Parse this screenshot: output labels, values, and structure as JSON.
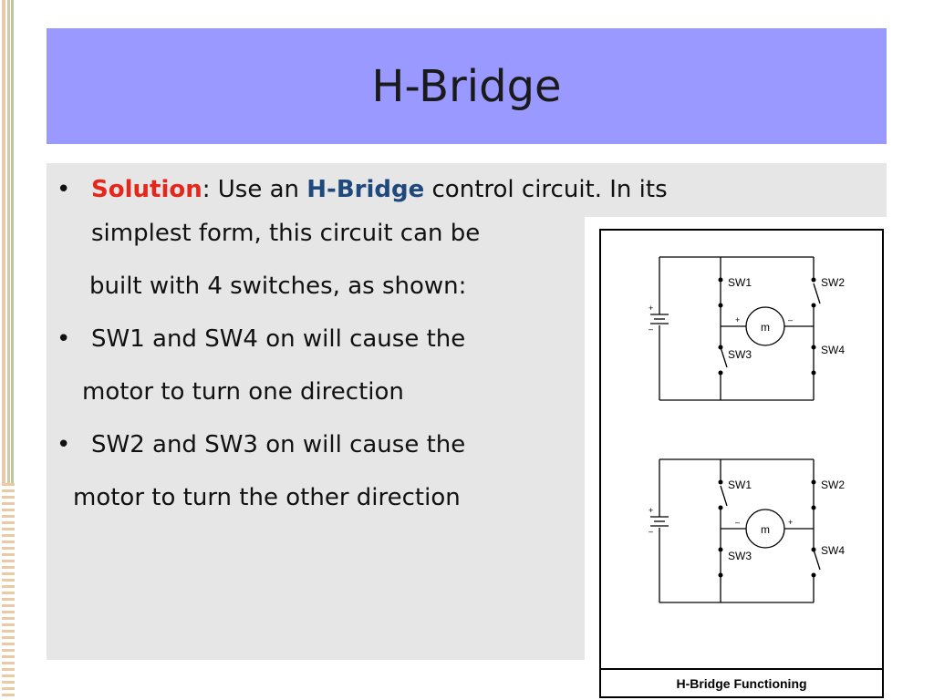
{
  "slide": {
    "title": "H-Bridge",
    "bullets": [
      {
        "label": "Solution",
        "colon": ":",
        "text_a": " Use an ",
        "highlight": "H-Bridge",
        "text_b": " control circuit. In its"
      }
    ],
    "lines": {
      "l1b": "simplest form, this circuit can be",
      "l2": "built with 4 switches, as shown:",
      "l3": "SW1 and SW4 on will cause the",
      "l4": "motor to turn one direction",
      "l5": "SW2 and SW3 on will cause the",
      "l6": "motor to turn the other direction"
    },
    "bullet_symbol": "•"
  },
  "figure": {
    "caption": "H-Bridge Functioning",
    "diagram_top": {
      "sw1": "SW1",
      "sw2": "SW2",
      "sw3": "SW3",
      "sw4": "SW4",
      "motor": "m",
      "motor_left_sign": "+",
      "motor_right_sign": "–",
      "battery_plus": "+",
      "battery_minus": "–"
    },
    "diagram_bottom": {
      "sw1": "SW1",
      "sw2": "SW2",
      "sw3": "SW3",
      "sw4": "SW4",
      "motor": "m",
      "motor_left_sign": "–",
      "motor_right_sign": "+",
      "battery_plus": "+",
      "battery_minus": "–"
    }
  },
  "colors": {
    "title_bg": "#9999ff",
    "content_bg": "#e6e6e6",
    "label_red": "#e5261a",
    "highlight_blue": "#1f497d"
  }
}
